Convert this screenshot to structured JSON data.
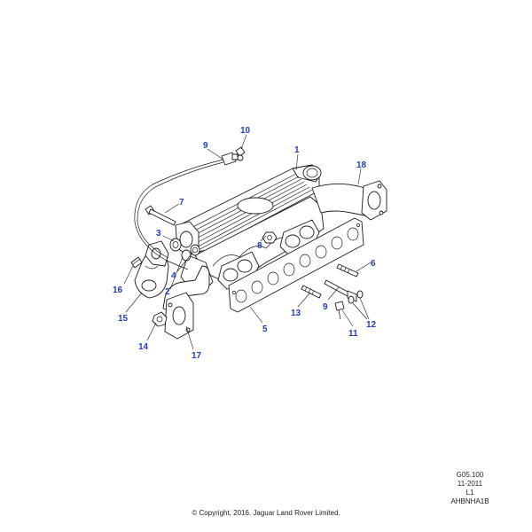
{
  "callouts": [
    "1",
    "2",
    "3",
    "4",
    "5",
    "6",
    "7",
    "8",
    "9",
    "9",
    "10",
    "11",
    "12",
    "13",
    "14",
    "15",
    "16",
    "17",
    "18"
  ],
  "meta": {
    "ref": "G05.100",
    "date": "11-2011",
    "level": "L1",
    "code": "AHBNHA1B"
  },
  "copyright": "© Copyright, 2016. Jaguar Land Rover Limited.",
  "colors": {
    "callout": "#1f3fbf",
    "line": "#1a1a1a"
  }
}
